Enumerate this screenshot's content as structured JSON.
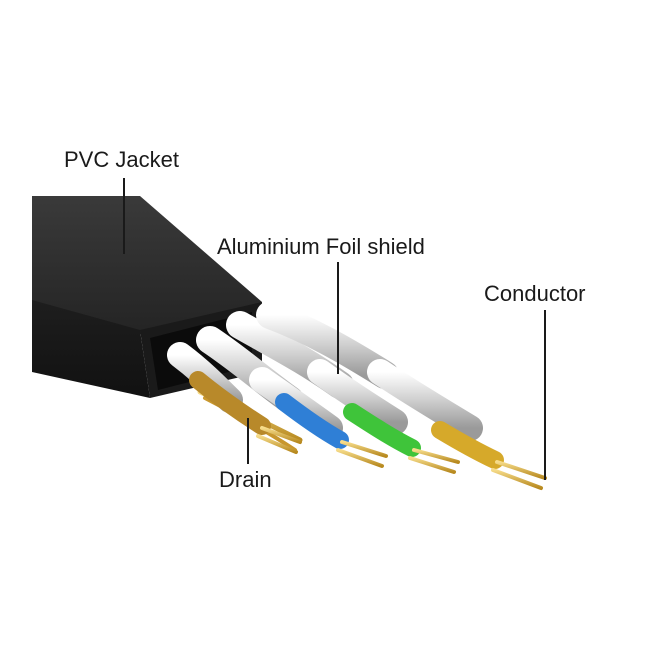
{
  "labels": {
    "jacket": "PVC Jacket",
    "foil": "Aluminium Foil shield",
    "conductor": "Conductor",
    "drain": "Drain"
  },
  "colors": {
    "jacket": "#2b2b2b",
    "foil": "#d9d9d9",
    "pair_1": "#b8892a",
    "pair_2": "#2f7fd6",
    "pair_3": "#3fc43a",
    "pair_4": "#d6a92a",
    "copper": "#e0b84a",
    "leader_line": "#1a1a1a"
  }
}
